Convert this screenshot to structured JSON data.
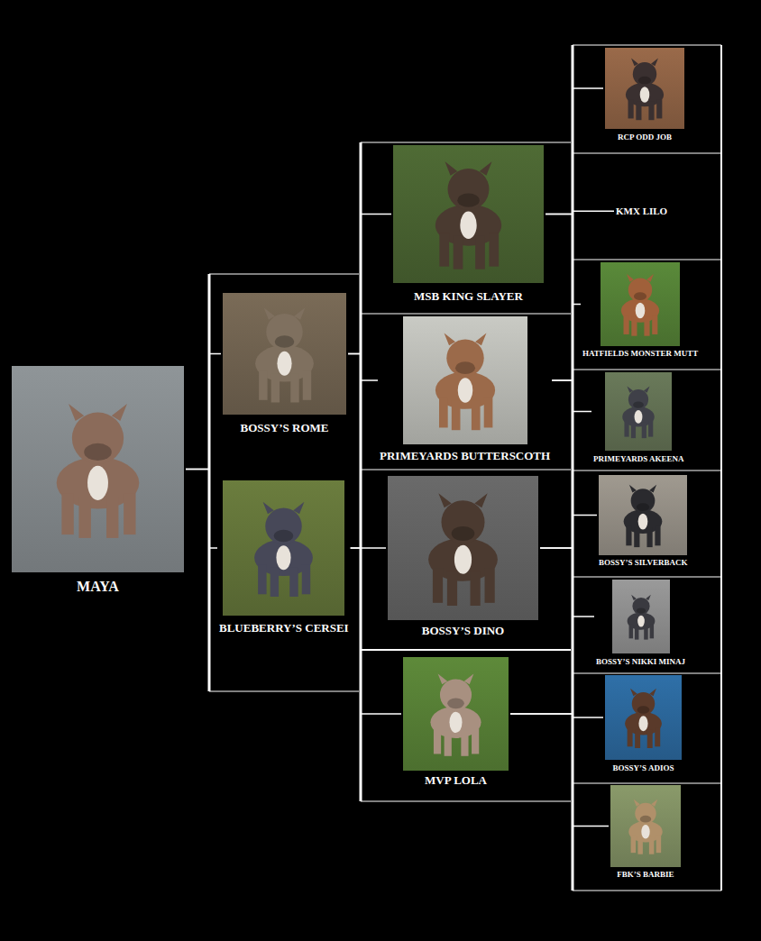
{
  "diagram": {
    "nodes": [
      {
        "text": [
          "MAYA"
        ]
      },
      {
        "text": [
          "BOSSY’S ROME"
        ]
      },
      {
        "text": [
          "BLUEBERRY’S CERSEI"
        ]
      },
      {
        "text": [
          "MSB KING SLAYER"
        ]
      },
      {
        "text": [
          "PRIMEYARDS BUTTERSCOTH"
        ]
      },
      {
        "text": [
          "BOSSY’S DINO"
        ]
      },
      {
        "text": [
          "MVP LOLA"
        ]
      },
      {
        "text": [
          "RCP ODD JOB"
        ]
      },
      {
        "text": [
          "KMX LILO"
        ]
      },
      {
        "text": [
          "HATFIELDS MONSTER MUTT"
        ]
      },
      {
        "text": [
          "PRIMEYARDS AKEENA"
        ]
      },
      {
        "text": [
          "BOSSY’S SILVERBACK"
        ]
      },
      {
        "text": [
          "BOSSY’S NIKKI MINAJ"
        ]
      },
      {
        "text": [
          "BOSSY’S ADIOS"
        ]
      },
      {
        "text": [
          "FBK’S BARBIE"
        ]
      }
    ],
    "edges": [
      {
        "from": 0,
        "to": 1,
        "arrow": "none"
      },
      {
        "from": 0,
        "to": 2,
        "arrow": "none"
      },
      {
        "from": 1,
        "to": 3,
        "arrow": "none"
      },
      {
        "from": 1,
        "to": 4,
        "arrow": "none"
      },
      {
        "from": 2,
        "to": 5,
        "arrow": "none"
      },
      {
        "from": 2,
        "to": 6,
        "arrow": "none"
      },
      {
        "from": 3,
        "to": 7,
        "arrow": "none"
      },
      {
        "from": 3,
        "to": 8,
        "arrow": "none"
      },
      {
        "from": 4,
        "to": 9,
        "arrow": "none"
      },
      {
        "from": 4,
        "to": 10,
        "arrow": "none"
      },
      {
        "from": 5,
        "to": 11,
        "arrow": "none"
      },
      {
        "from": 5,
        "to": 12,
        "arrow": "none"
      },
      {
        "from": 6,
        "to": 13,
        "arrow": "none"
      },
      {
        "from": 6,
        "to": 14,
        "arrow": "none"
      }
    ]
  }
}
